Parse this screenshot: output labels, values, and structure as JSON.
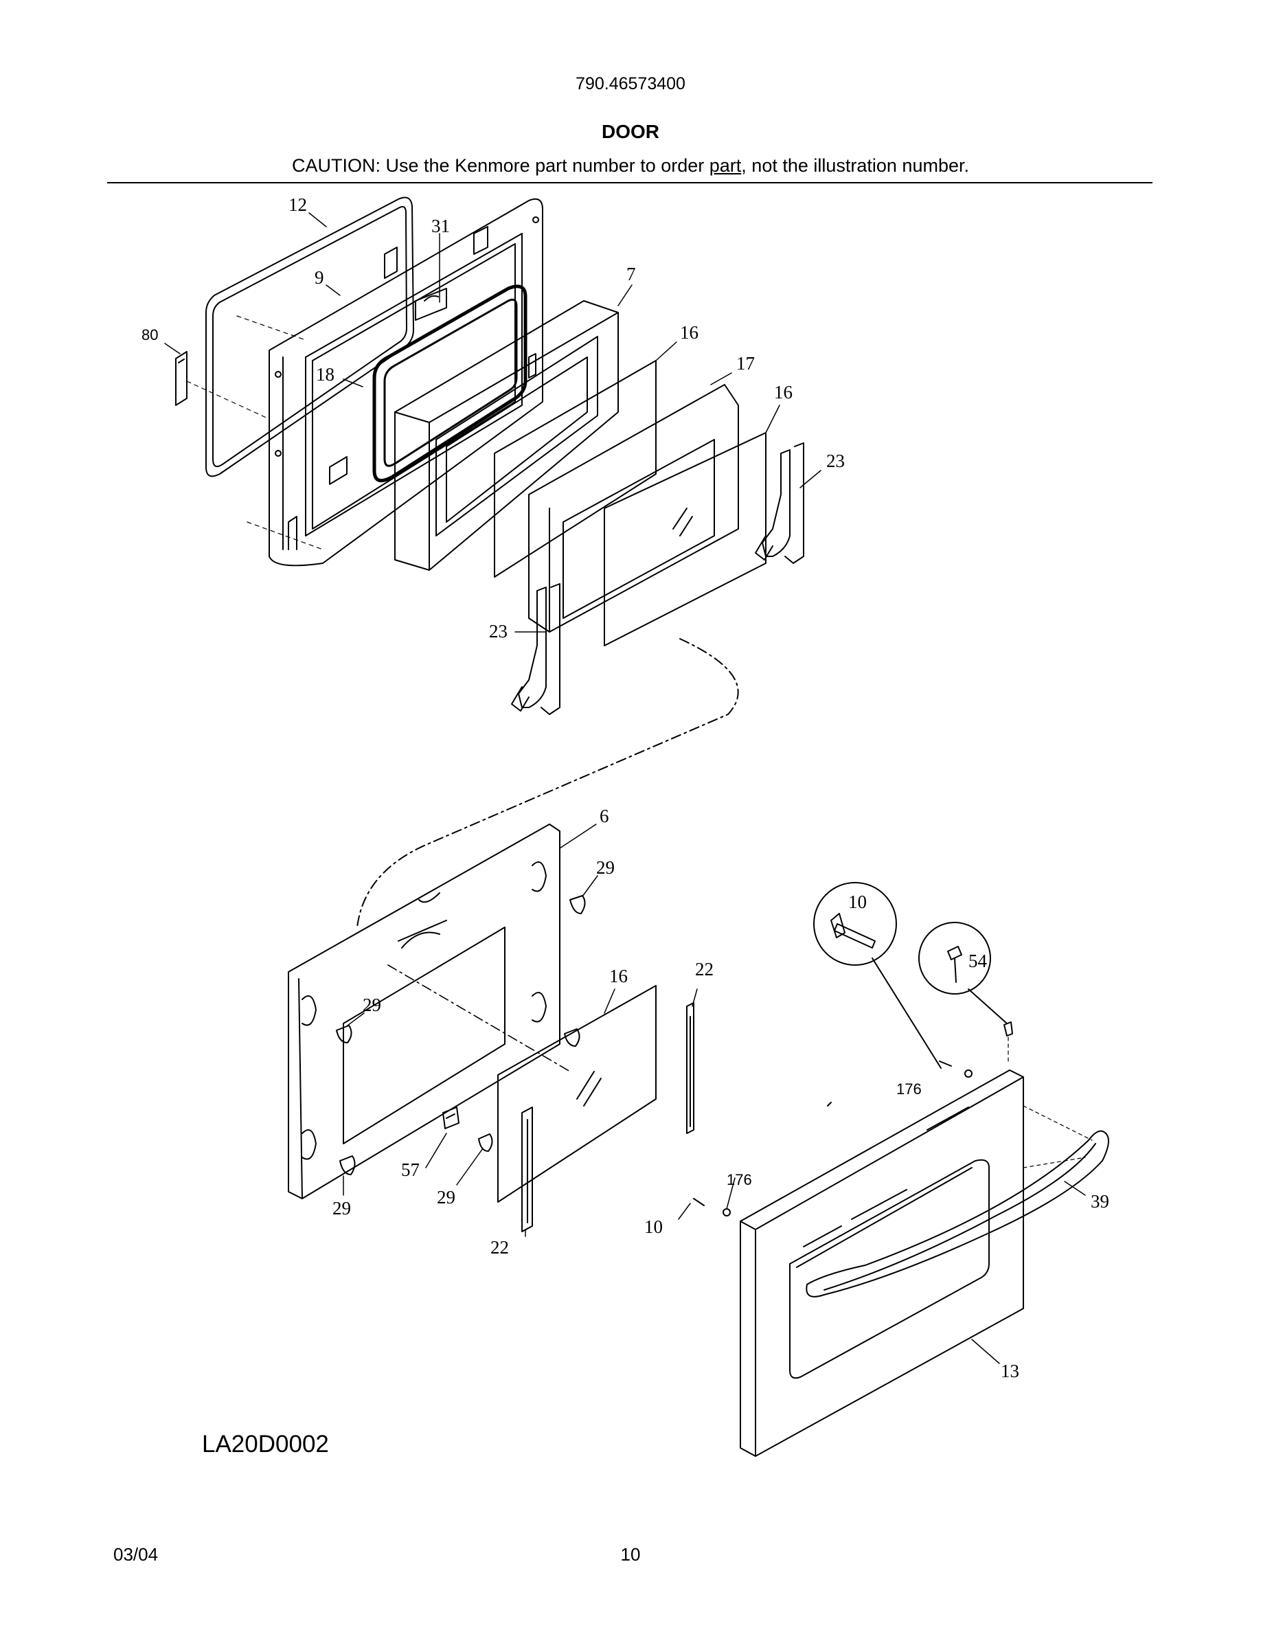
{
  "header": {
    "model_number": "790.46573400",
    "section_title": "DOOR",
    "caution_prefix": "CAUTION: Use the Kenmore part number to order ",
    "caution_underlined": "part",
    "caution_suffix": ", not the illustration number."
  },
  "callouts": {
    "c12": "12",
    "c31": "31",
    "c9": "9",
    "c7": "7",
    "c80": "80",
    "c18": "18",
    "c16a": "16",
    "c17": "17",
    "c16b": "16",
    "c23a": "23",
    "c23b": "23",
    "c6": "6",
    "c29a": "29",
    "c29b": "29",
    "c29c": "29",
    "c29d": "29",
    "c16c": "16",
    "c22a": "22",
    "c22b": "22",
    "c57": "57",
    "c10a": "10",
    "c54": "54",
    "c176a": "176",
    "c176b": "176",
    "c10b": "10",
    "c39": "39",
    "c13": "13"
  },
  "footer": {
    "figure_code": "LA20D0002",
    "date": "03/04",
    "page_number": "10"
  }
}
